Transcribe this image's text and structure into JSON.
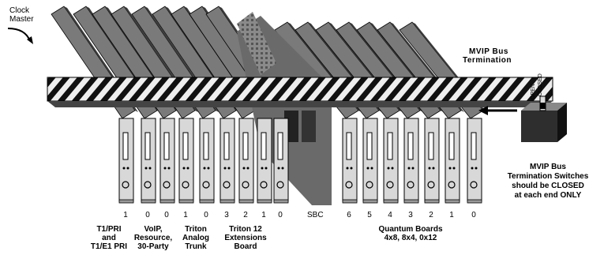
{
  "labels": {
    "clock_master": [
      "Clock",
      "Master"
    ],
    "mvip_bus": [
      "MVIP Bus",
      "Termination"
    ],
    "switch_open": "OPEN",
    "switch_closed": "CLOSED",
    "switch_note": [
      "MVIP Bus",
      "Termination Switches",
      "should be CLOSED",
      "at each end ONLY"
    ],
    "sbc": "SBC"
  },
  "board_groups": [
    {
      "lines": [
        "T1/PRI",
        "and",
        "T1/E1 PRI"
      ]
    },
    {
      "lines": [
        "VoIP,",
        "Resource,",
        "30-Party"
      ]
    },
    {
      "lines": [
        "Triton",
        "Analog",
        "Trunk"
      ]
    },
    {
      "lines": [
        "Triton 12",
        "Extensions",
        "Board"
      ]
    },
    {
      "lines": [
        "Quantum Boards",
        "4x8, 8x4, 0x12"
      ]
    }
  ],
  "slot_numbers_left": [
    "1",
    "0",
    "0",
    "1",
    "0",
    "3",
    "2",
    "1",
    "0"
  ],
  "slot_numbers_right": [
    "6",
    "5",
    "4",
    "3",
    "2",
    "1",
    "0"
  ],
  "colors": {
    "card": "#7a7a7a",
    "card_dark": "#3c3c3c",
    "card_light": "#a9a9a9",
    "bracket": "#d8d8d8",
    "box": "#2e2e2e"
  }
}
